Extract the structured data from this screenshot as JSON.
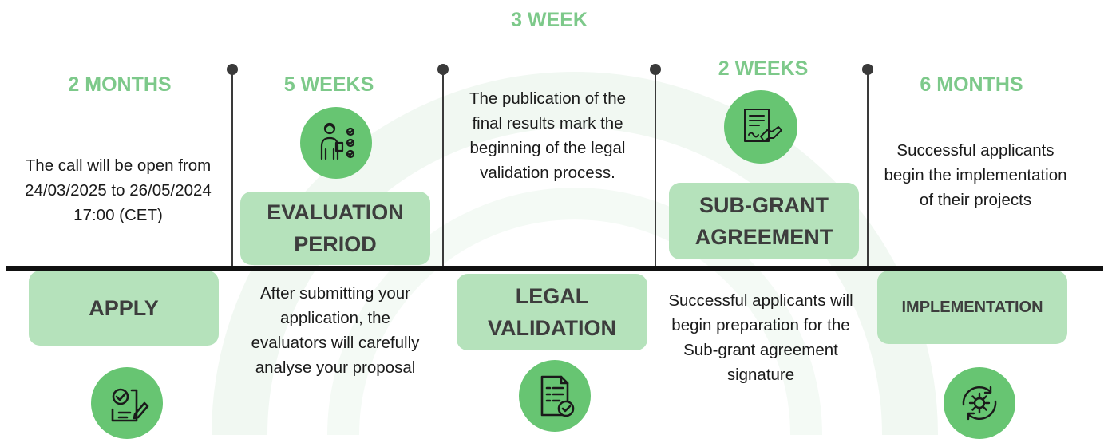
{
  "phases": [
    {
      "id": "apply",
      "duration": "2 MONTHS",
      "label": "APPLY",
      "description": "The call will be open from 24/03/2025 to 26/05/2024 17:00 (CET)",
      "icon": "checklist-edit-icon"
    },
    {
      "id": "evaluation",
      "duration": "5 WEEKS",
      "label": "EVALUATION PERIOD",
      "description": "After submitting your application, the evaluators will carefully analyse your proposal",
      "icon": "evaluator-checklist-icon"
    },
    {
      "id": "legal",
      "duration": "3 WEEK",
      "label": "LEGAL VALIDATION",
      "description": "The publication of the final results mark the beginning of the legal validation process.",
      "icon": "document-check-icon"
    },
    {
      "id": "subgrant",
      "duration": "2 WEEKS",
      "label": "SUB-GRANT AGREEMENT",
      "description": "Successful applicants will begin preparation for the Sub-grant agreement signature",
      "icon": "contract-handshake-icon"
    },
    {
      "id": "implementation",
      "duration": "6 MONTHS",
      "label": "IMPLEMENTATION",
      "description": "Successful applicants begin the implementation of their projects",
      "icon": "gear-cycle-icon"
    }
  ],
  "colors": {
    "accent": "#7dc98a",
    "box": "#b5e2bb",
    "icon_bg": "#67c572",
    "timeline": "#111111"
  }
}
